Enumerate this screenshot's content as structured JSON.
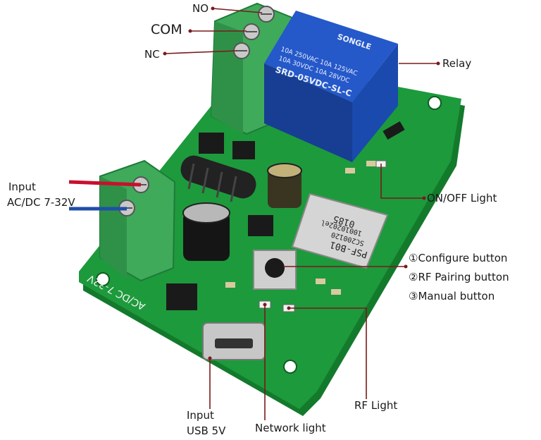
{
  "labels": {
    "no": "NO",
    "com": "COM",
    "nc": "NC",
    "relay": "Relay",
    "input_ac_line1": "Input",
    "input_ac_line2": "AC/DC 7-32V",
    "onoff_light": "ON/OFF Light",
    "configure_button": "①Configure button",
    "rf_pairing_button": "②RF Pairing button",
    "manual_button": "③Manual button",
    "input_usb_line1": "Input",
    "input_usb_line2": "USB 5V",
    "network_light": "Network light",
    "rf_light": "RF Light"
  },
  "board_text": {
    "relay_brand": "SONGLE",
    "relay_rating_1": "10A 250VAC  10A 125VAC",
    "relay_rating_2": "10A 30VDC  10A 28VDC",
    "relay_model": "SRD-05VDC-SL-C",
    "module_code": "0185",
    "module_batch": "10010202el",
    "module_batch_2": "SC200120",
    "module_name": "PSF-B01",
    "silkscreen": "AC/DC 7-32V"
  },
  "colors": {
    "pcb": "#1d9a3c",
    "pcb_dark": "#137a2c",
    "terminal": "#3faa5a",
    "relay": "#1f4fb5",
    "leader": "#7a1a1a",
    "wire_red": "#c8102e",
    "wire_blue": "#1f4fa8"
  }
}
